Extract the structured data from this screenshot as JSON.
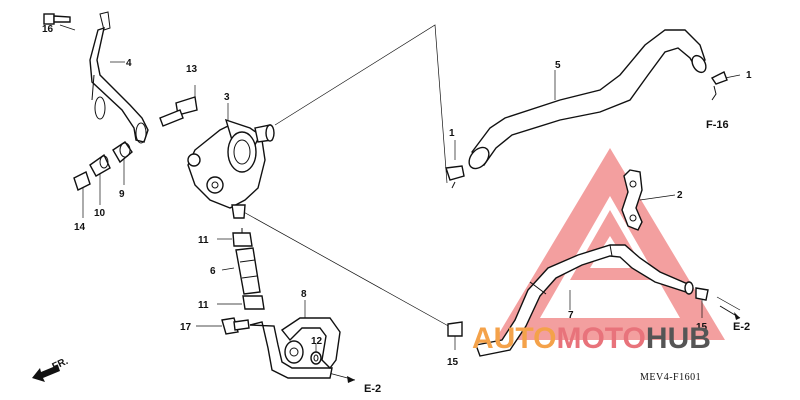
{
  "callouts": [
    {
      "id": "16",
      "label": "16"
    },
    {
      "id": "4",
      "label": "4"
    },
    {
      "id": "13",
      "label": "13"
    },
    {
      "id": "3",
      "label": "3"
    },
    {
      "id": "5",
      "label": "5"
    },
    {
      "id": "1a",
      "label": "1"
    },
    {
      "id": "1b",
      "label": "1"
    },
    {
      "id": "2",
      "label": "2"
    },
    {
      "id": "14",
      "label": "14"
    },
    {
      "id": "10",
      "label": "10"
    },
    {
      "id": "9",
      "label": "9"
    },
    {
      "id": "11a",
      "label": "11"
    },
    {
      "id": "6",
      "label": "6"
    },
    {
      "id": "11b",
      "label": "11"
    },
    {
      "id": "17",
      "label": "17"
    },
    {
      "id": "8",
      "label": "8"
    },
    {
      "id": "12",
      "label": "12"
    },
    {
      "id": "7",
      "label": "7"
    },
    {
      "id": "15a",
      "label": "15"
    },
    {
      "id": "15b",
      "label": "15"
    }
  ],
  "refs": {
    "f16": "F-16",
    "e2_bottom": "E-2",
    "e2_right": "E-2",
    "front": "FR."
  },
  "diagram_code": "MEV4-F1601",
  "watermark": {
    "part1": "AUTO",
    "part2": "MOTO",
    "part3": "HUB",
    "color1": "#f4a24a",
    "color2": "#e8737b",
    "color3": "#555555",
    "triangle_color": "#f08080"
  }
}
